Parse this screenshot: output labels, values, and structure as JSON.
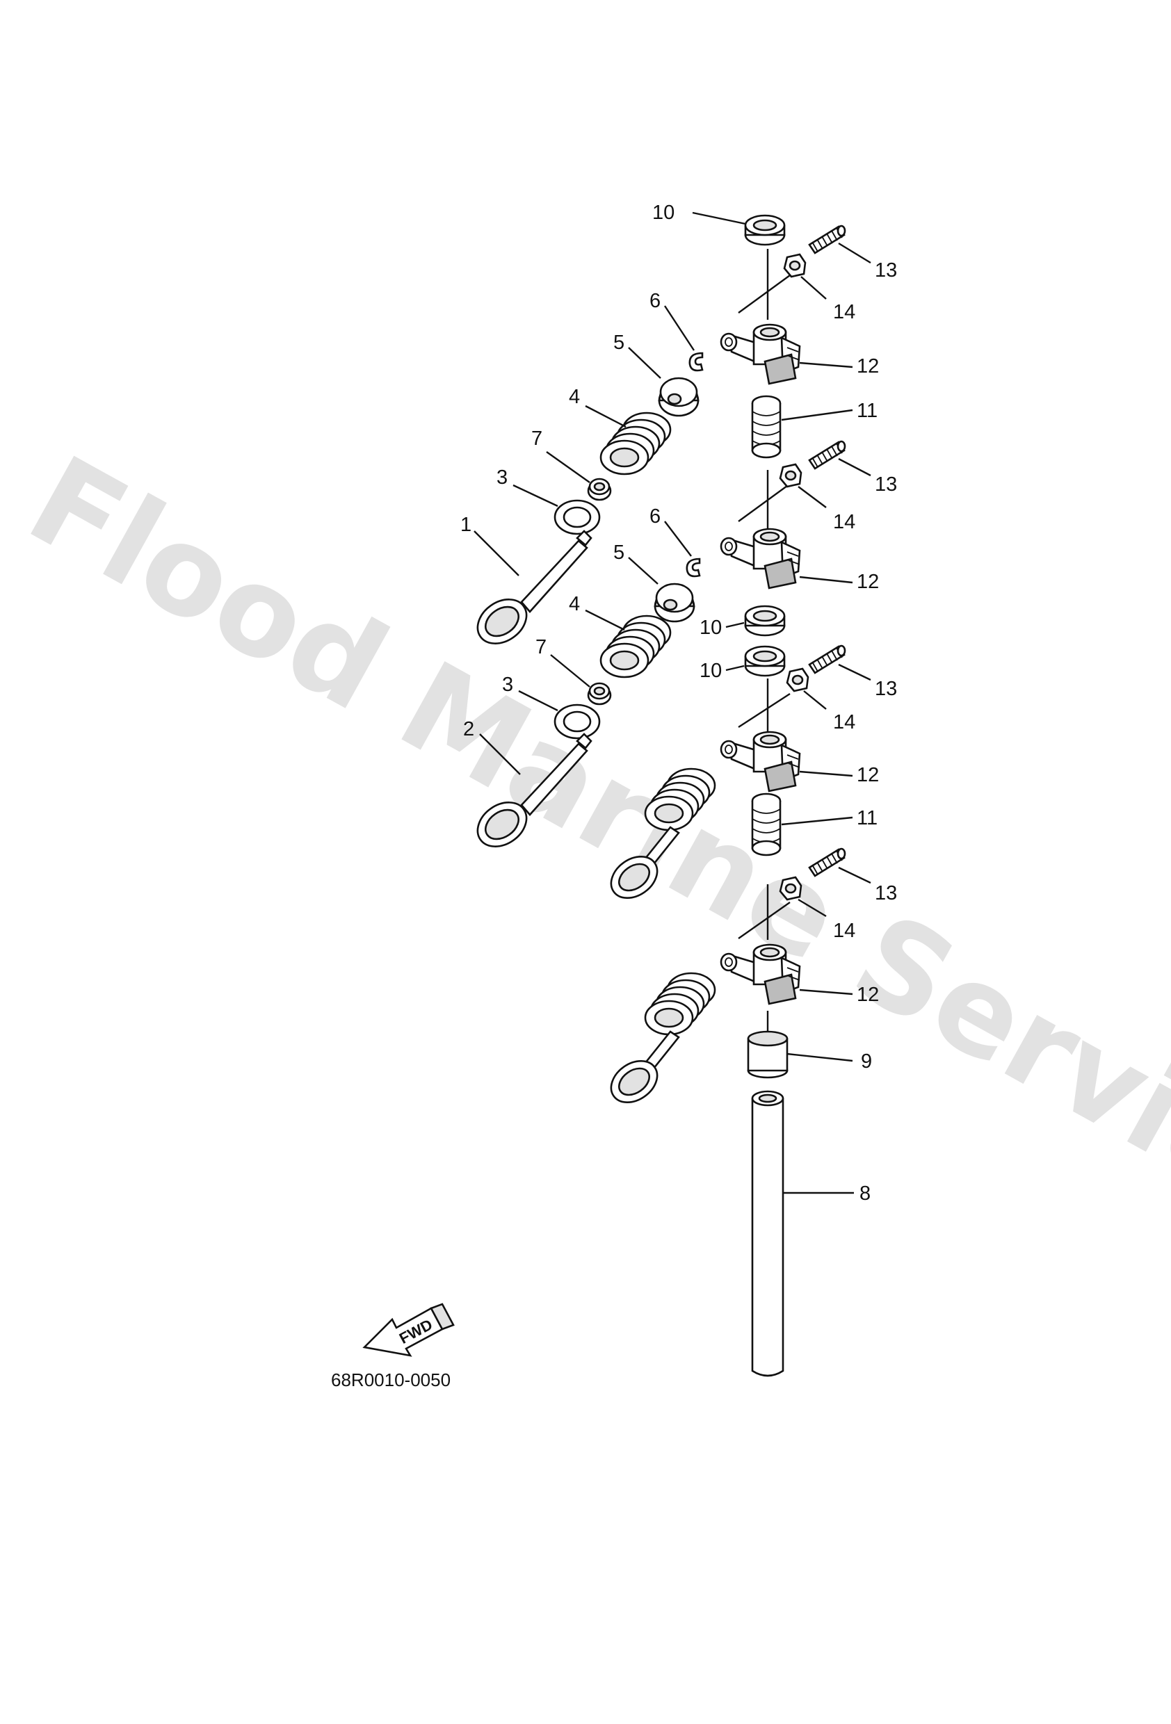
{
  "diagram": {
    "part_code": "68R0010-0050",
    "watermark": "Flood Marine Services",
    "fwd_arrow_text": "FWD",
    "callouts": {
      "c1": "1",
      "c2": "2",
      "c3a": "3",
      "c3b": "3",
      "c4a": "4",
      "c4b": "4",
      "c5a": "5",
      "c5b": "5",
      "c6a": "6",
      "c6b": "6",
      "c7a": "7",
      "c7b": "7",
      "c8": "8",
      "c9": "9",
      "c10a": "10",
      "c10b": "10",
      "c10c": "10",
      "c11a": "11",
      "c11b": "11",
      "c12a": "12",
      "c12b": "12",
      "c12c": "12",
      "c12d": "12",
      "c13a": "13",
      "c13b": "13",
      "c13c": "13",
      "c13d": "13",
      "c14a": "14",
      "c14b": "14",
      "c14c": "14",
      "c14d": "14"
    }
  }
}
